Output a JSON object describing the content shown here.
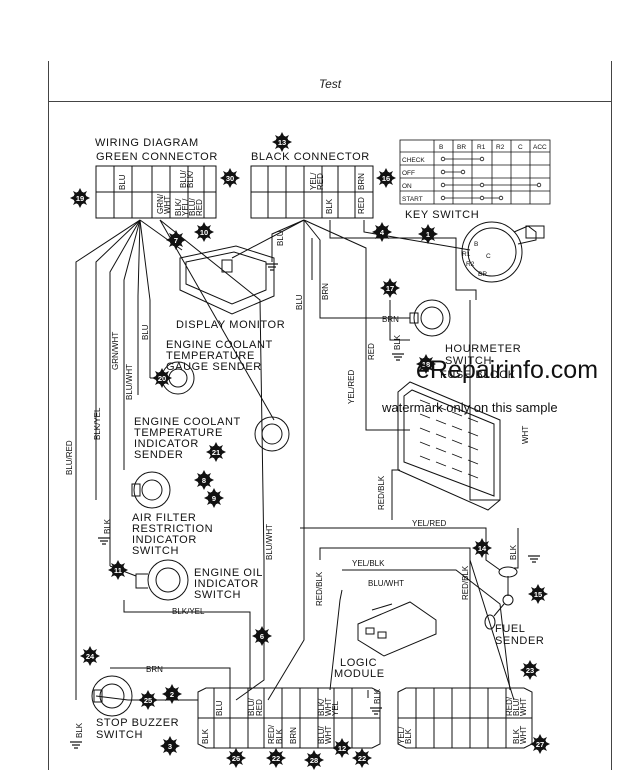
{
  "page_title": "Test",
  "titles": {
    "wiring_diagram": "WIRING DIAGRAM",
    "green_connector": "GREEN CONNECTOR",
    "black_connector": "BLACK CONNECTOR",
    "key_switch": "KEY SWITCH",
    "display_monitor": "DISPLAY MONITOR",
    "hourmeter_1": "HOURMETER",
    "hourmeter_2": "SWITCH",
    "fuse_block": "FUSE BLOCK",
    "temp_gauge_1": "ENGINE COOLANT",
    "temp_gauge_2": "TEMPERATURE",
    "temp_gauge_3": "GAUGE SENDER",
    "temp_ind_1": "ENGINE COOLANT",
    "temp_ind_2": "TEMPERATURE",
    "temp_ind_3": "INDICATOR",
    "temp_ind_4": "SENDER",
    "air_filter_1": "AIR FILTER",
    "air_filter_2": "RESTRICTION",
    "air_filter_3": "INDICATOR",
    "air_filter_4": "SWITCH",
    "oil_1": "ENGINE OIL",
    "oil_2": "INDICATOR",
    "oil_3": "SWITCH",
    "fuel_1": "FUEL",
    "fuel_2": "SENDER",
    "logic_1": "LOGIC",
    "logic_2": "MODULE",
    "buzzer_1": "STOP BUZZER",
    "buzzer_2": "SWITCH"
  },
  "watermark": {
    "line1": "eRepairinfo.com",
    "line2": "watermark only on this sample"
  },
  "key_table": {
    "columns": [
      "B",
      "BR",
      "R1",
      "R2",
      "C",
      "ACC"
    ],
    "rows": [
      "CHECK",
      "OFF",
      "ON",
      "START"
    ]
  },
  "key_switch_terminals": [
    "B",
    "C",
    "R1",
    "R2",
    "BR"
  ],
  "wires": {
    "blu": "BLU",
    "blu_wht": "BLU/WHT",
    "blu_red": "BLU/RED",
    "blu_yel": "BLU/YEL",
    "blk_yel": "BLK/YEL",
    "grn_wht": "GRN/WHT",
    "brn": "BRN",
    "blk": "BLK",
    "red": "RED",
    "yel_red": "YEL/RED",
    "yel_blk": "YEL/BLK",
    "red_blk": "RED/BLK",
    "wht": "WHT",
    "grn": "GRN",
    "yel": "YEL",
    "wht_slash": "WHT/",
    "blk_slash": "BLK/",
    "yel_slash": "YEL/",
    "blu_slash": "BLU/",
    "red_slash": "RED/",
    "grn_slash": "GRN/",
    "blu_slash_lower": "BLU/"
  },
  "callouts": [
    "1",
    "2",
    "3",
    "4",
    "6",
    "7",
    "8",
    "9",
    "10",
    "11",
    "12",
    "13",
    "14",
    "15",
    "16",
    "17",
    "18",
    "19",
    "20",
    "21",
    "22",
    "23",
    "24",
    "25",
    "26",
    "27",
    "28",
    "30"
  ]
}
